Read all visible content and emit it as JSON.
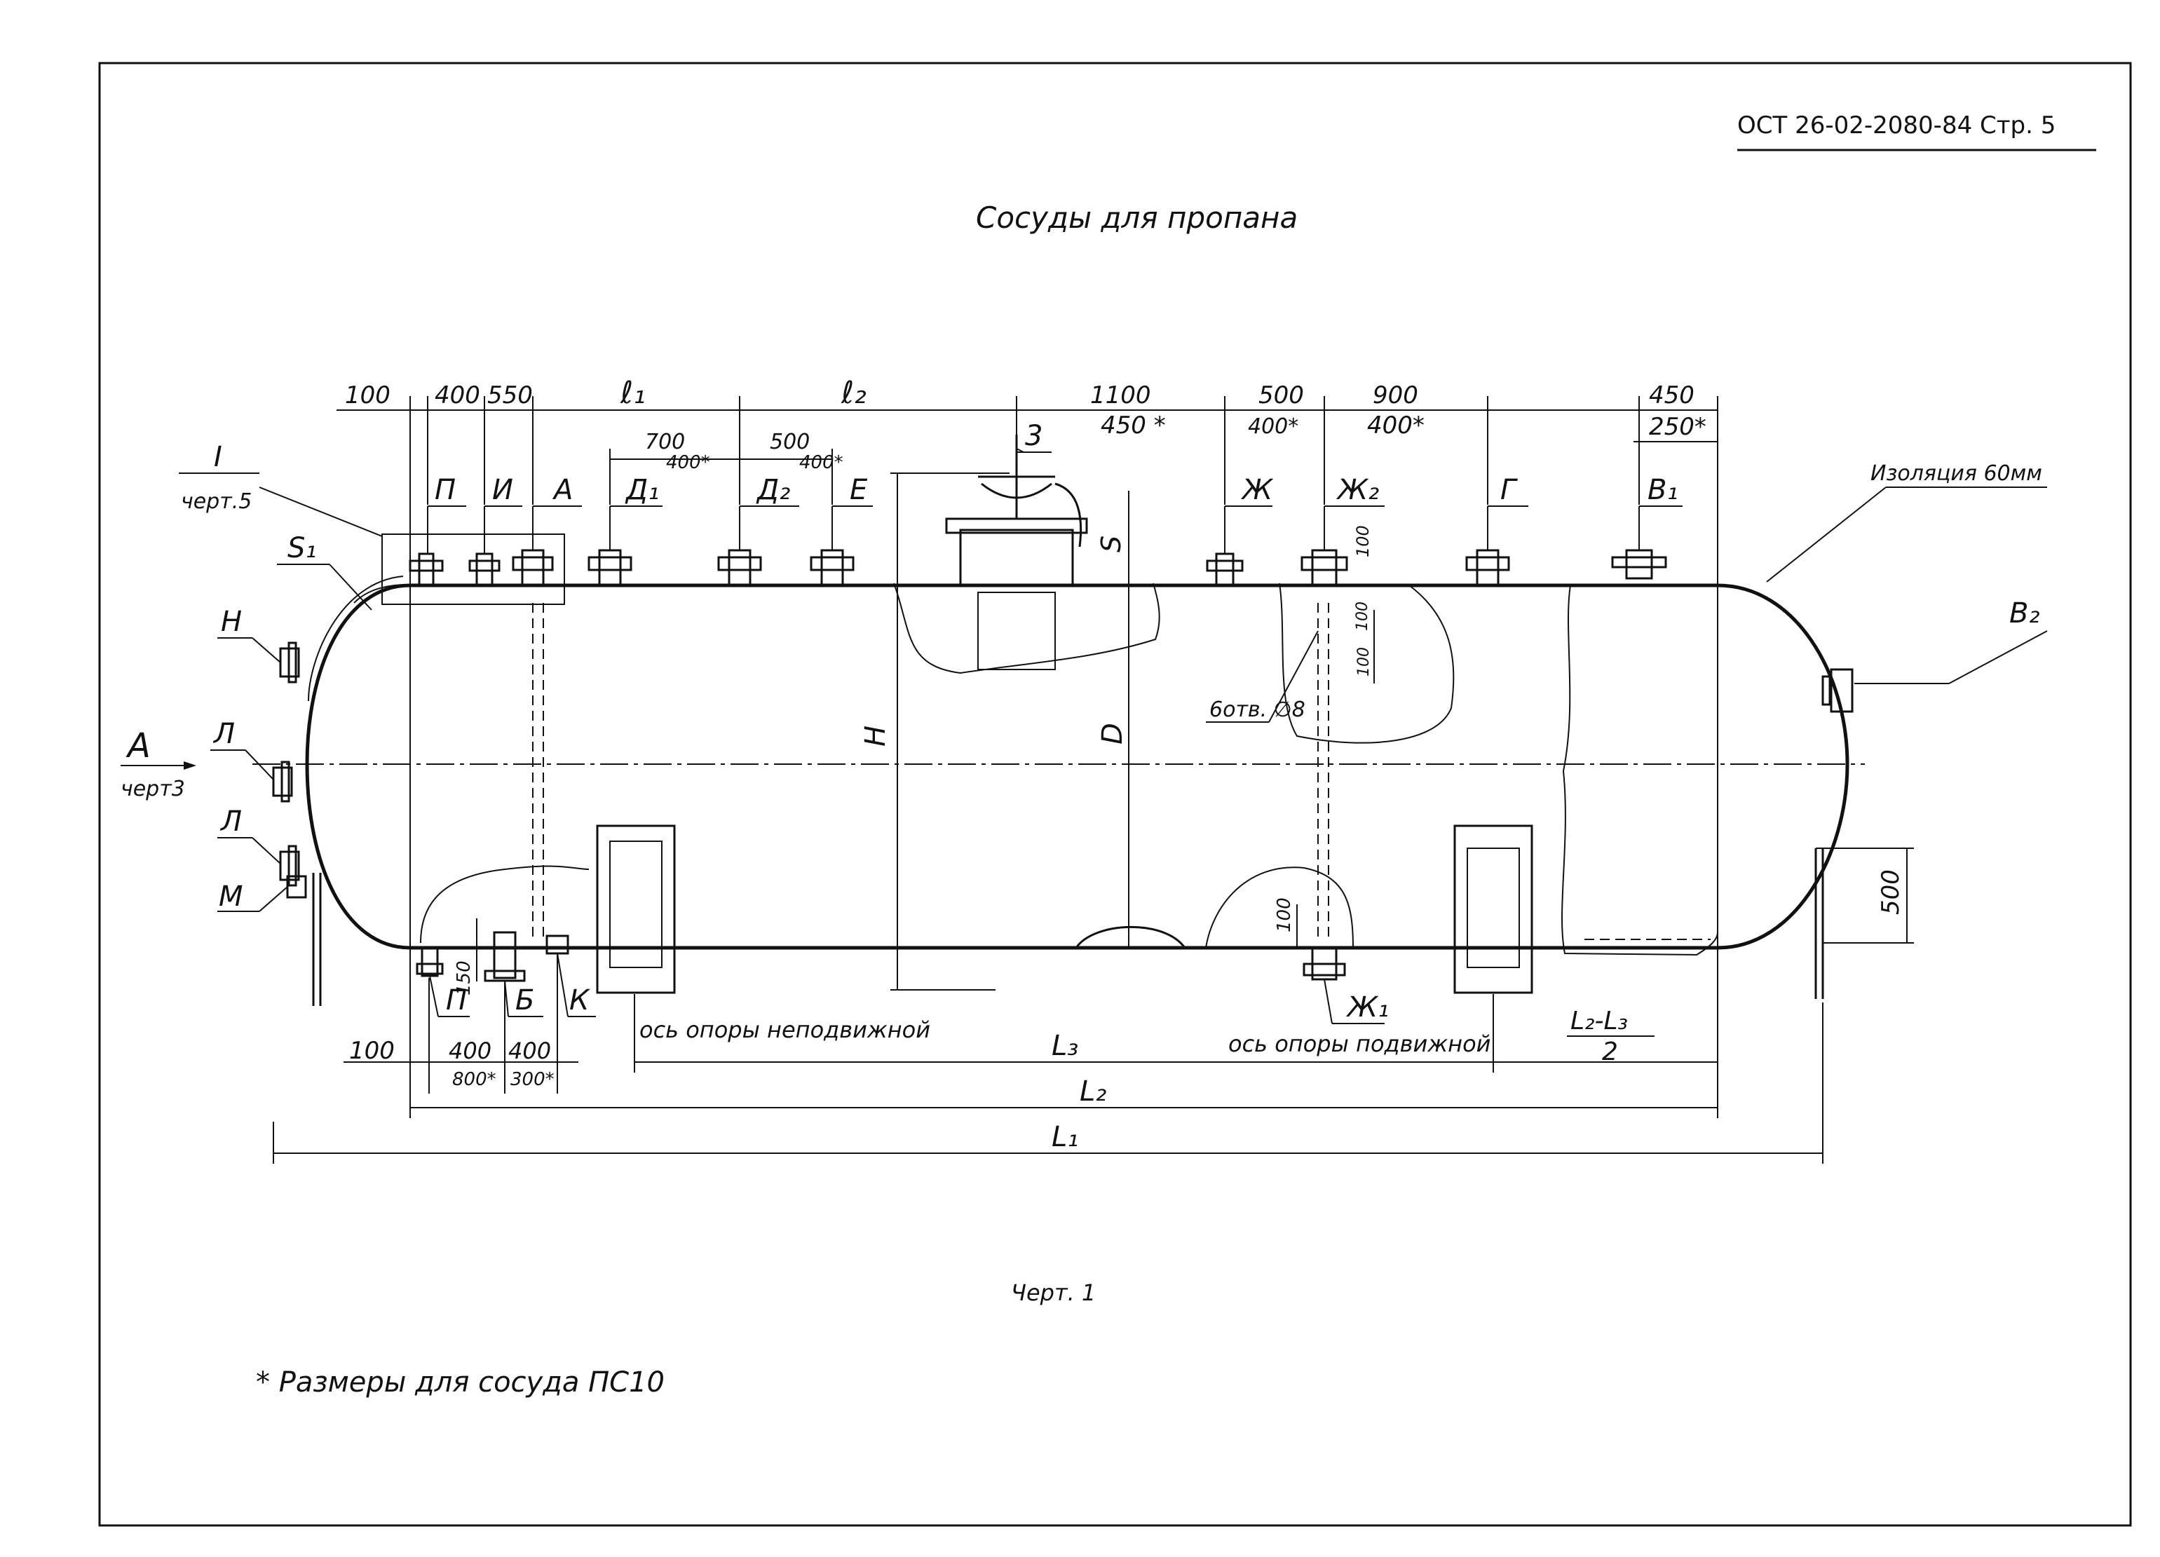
{
  "header": {
    "doc_code": "ОСТ 26-02-2080-84 Стр. 5"
  },
  "title": "Сосуды для пропана",
  "caption": "Черт. 1",
  "footnote": "* Размеры для сосуда ПС10",
  "section_ref": {
    "mark": "I",
    "ref": "черт.5"
  },
  "view_ref": {
    "mark": "А",
    "ref": "черт3"
  },
  "insulation": "Изоляция 60мм",
  "hole": "6отв. ∅8",
  "fixed_support": "ось опоры неподвижной",
  "movable_support": "ось опоры подвижной",
  "nozzles": {
    "P_top": "П",
    "I": "И",
    "A": "А",
    "D1": "Д₁",
    "D2": "Д₂",
    "E": "Е",
    "Z3": "3",
    "Zh": "Ж",
    "Zh2": "Ж₂",
    "G": "Г",
    "V1": "В₁",
    "V2": "В₂",
    "S1": "S₁",
    "N": "Н",
    "L1": "Л",
    "L2": "Л",
    "M": "М",
    "P_bot": "П",
    "B": "Б",
    "K": "К",
    "Zh1": "Ж₁"
  },
  "dims_top": {
    "d100": "100",
    "d400": "400",
    "d550": "550",
    "l1": "ℓ₁",
    "l2": "ℓ₂",
    "d1100": "1100",
    "d450s": "450 *",
    "d500a": "500",
    "d400sa": "400*",
    "d900": "900",
    "d400sb": "400*",
    "d450": "450",
    "d250s": "250*",
    "d700": "700",
    "d400sc": "400*",
    "d500b": "500",
    "d400sd": "400*"
  },
  "dims_side": {
    "H": "H",
    "D": "D",
    "S": "S",
    "d100a": "100",
    "d100b": "100",
    "d100c": "100",
    "d500": "500",
    "d150": "150",
    "d100d": "100"
  },
  "dims_bottom": {
    "d100": "100",
    "d400a": "400",
    "d400b": "400",
    "d800s": "800*",
    "d300s": "300*",
    "L3": "L₃",
    "L2": "L₂",
    "L1": "L₁",
    "frac_num": "L₂-L₃",
    "frac_den": "2"
  }
}
